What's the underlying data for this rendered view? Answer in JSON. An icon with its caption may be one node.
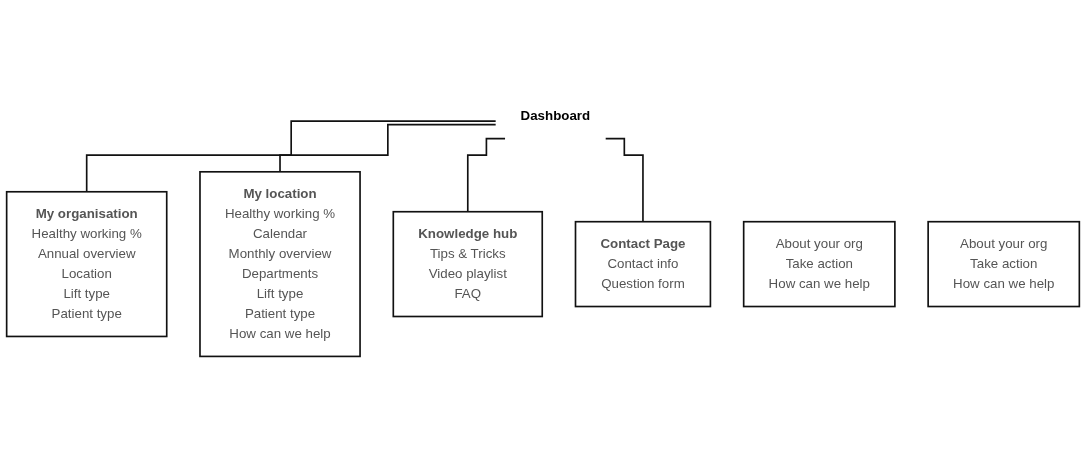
{
  "diagram": {
    "nodes": [
      {
        "text": [
          "Dashboard"
        ]
      },
      {
        "text": [
          "My organisation",
          "Healthy working %",
          "Annual overview",
          "Location",
          "Lift type",
          "Patient type"
        ]
      },
      {
        "text": [
          "About your org",
          "Take action",
          "How can we help"
        ]
      },
      {
        "text": [
          "My location",
          "Healthy working %",
          "Calendar",
          "Monthly overview",
          "Departments",
          "Lift type",
          "Patient type",
          "How can we help"
        ]
      },
      {
        "text": [
          "About your org",
          "Take action",
          "How can we help"
        ]
      },
      {
        "text": [
          "Knowledge hub",
          "Tips & Tricks",
          "Video playlist",
          "FAQ"
        ]
      },
      {
        "text": [
          "Contact Page",
          "Contact info",
          "Question form"
        ]
      }
    ],
    "edges": [
      {
        "from": 0,
        "to": 1,
        "arrow": "none"
      },
      {
        "from": 0,
        "to": 3,
        "arrow": "none"
      },
      {
        "from": 0,
        "to": 5,
        "arrow": "none"
      },
      {
        "from": 0,
        "to": 6,
        "arrow": "none"
      }
    ]
  }
}
